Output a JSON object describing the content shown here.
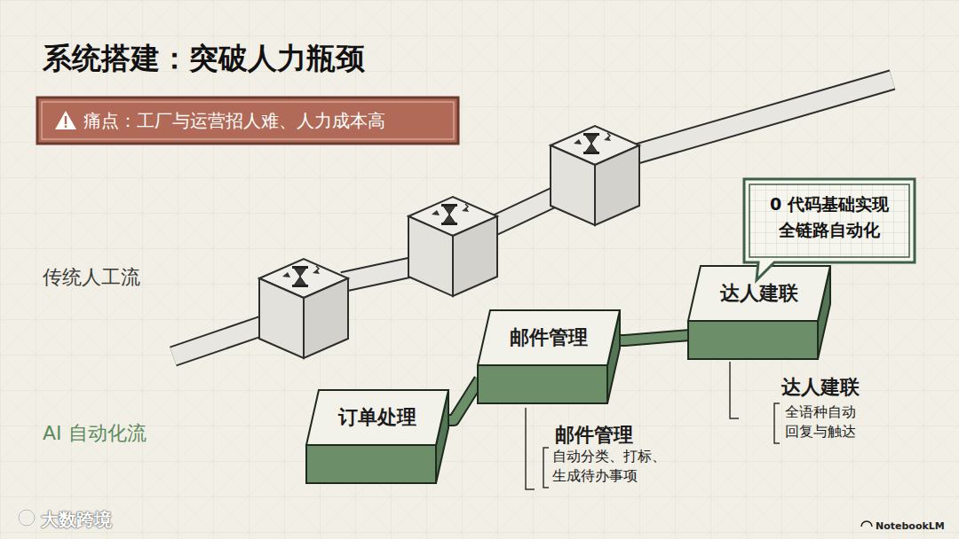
{
  "diagram": {
    "title": "系统搭建：突破人力瓶颈",
    "nodes": [
      {
        "text": [
          "痛点：工厂与运营招人难、人力成本高"
        ]
      },
      {
        "text": [
          "订单处理"
        ]
      },
      {
        "text": [
          "邮件管理"
        ]
      },
      {
        "text": [
          "达人建联"
        ]
      },
      {
        "text": [
          "0 代码基础实现 全链路自动化"
        ]
      }
    ],
    "edges": [
      {
        "from": 1,
        "to": 2,
        "arrow": "none"
      },
      {
        "from": 2,
        "to": 3,
        "arrow": "none"
      }
    ],
    "labels": [
      "传统人工流",
      "AI 自动化流",
      "邮件管理",
      "自动分类、打标、生成待办事项",
      "达人建联",
      "全语种自动回复与触达",
      "大数跨境",
      "NotebookLM"
    ]
  }
}
